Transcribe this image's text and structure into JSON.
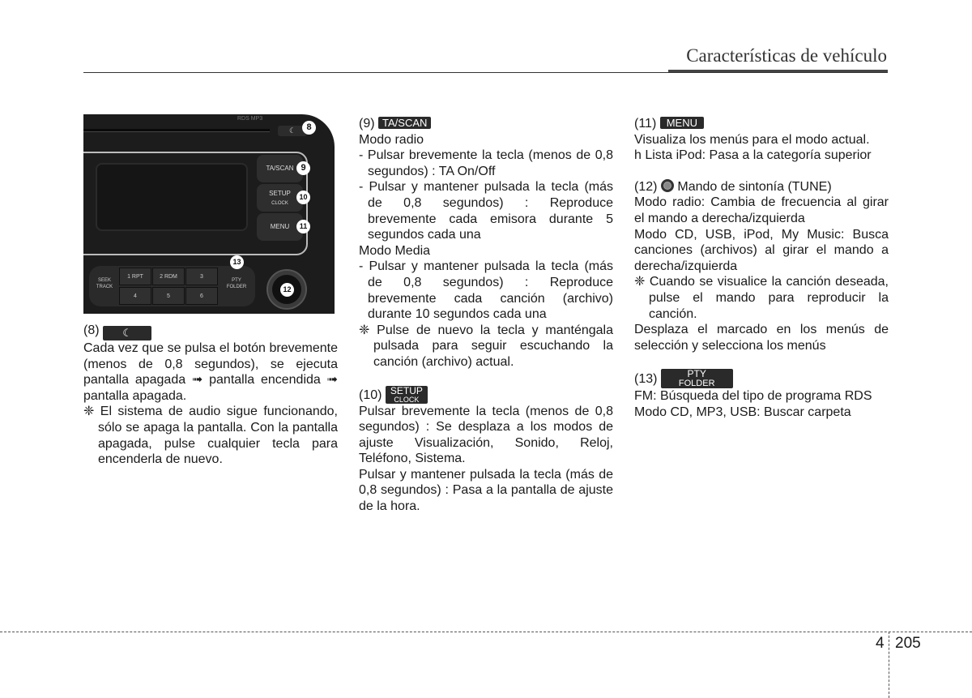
{
  "header": {
    "title": "Características de vehículo"
  },
  "radio": {
    "logo": "RDS MP3",
    "moon": "☾",
    "ta_scan": "TA/SCAN",
    "setup": "SETUP",
    "clock": "CLOCK",
    "menu": "MENU",
    "seek": "SEEK",
    "track": "TRACK",
    "pty": "PTY",
    "folder": "FOLDER",
    "keys": [
      "1 RPT",
      "2 RDM",
      "3",
      "4",
      "5",
      "6"
    ],
    "callouts": [
      "8",
      "9",
      "10",
      "11",
      "12",
      "13"
    ]
  },
  "col1": {
    "label": "(8)",
    "moon": "☾",
    "p1": "Cada vez que se pulsa el botón brevemente (menos de 0,8 segundos), se ejecuta pantalla apagada ➟ pantalla encendida ➟ pantalla apagada.",
    "note": "❈ El sistema de audio sigue funcionando, sólo se apaga la pantalla. Con la pantalla apagada, pulse cualquier tecla para encenderla de nuevo."
  },
  "col2": {
    "label9": "(9)",
    "badge9": "TA/SCAN",
    "radio_mode": "Modo radio",
    "r1": "- Pulsar brevemente la tecla (menos de 0,8 segundos) : TA On/Off",
    "r2": "- Pulsar y mantener pulsada la tecla (más de 0,8 segundos) : Reproduce brevemente cada emisora durante 5 segundos cada una",
    "media_mode": "Modo Media",
    "m1": "- Pulsar y mantener pulsada la tecla (más de 0,8 segundos) : Reproduce brevemente cada canción (archivo) durante 10 segundos cada una",
    "m_note": "❈ Pulse de nuevo la tecla y manténgala pulsada para seguir escuchando la canción (archivo) actual.",
    "label10": "(10)",
    "badge10a": "SETUP",
    "badge10b": "CLOCK",
    "p10a": "Pulsar brevemente la tecla (menos de 0,8 segundos) : Se desplaza a los modos de ajuste Visualización, Sonido, Reloj, Teléfono, Sistema.",
    "p10b": "Pulsar y mantener pulsada la tecla (más de 0,8 segundos) : Pasa a la pantalla de ajuste de la hora."
  },
  "col3": {
    "label11": "(11)",
    "badge11": "MENU",
    "p11a": "Visualiza los menús para el modo actual.",
    "p11b": "h Lista iPod: Pasa a la categoría superior",
    "label12": "(12)",
    "title12": "Mando de sintonía (TUNE)",
    "p12a": "Modo radio: Cambia de frecuencia al girar el mando a derecha/izquierda",
    "p12b": "Modo CD, USB, iPod, My Music: Busca canciones (archivos) al girar el mando a derecha/izquierda",
    "note12": "❈ Cuando se visualice la canción deseada, pulse el mando para reproducir la canción.",
    "p12c": "Desplaza el marcado en los menús de selección y selecciona los menús",
    "label13": "(13)",
    "badge13a": "PTY",
    "badge13b": "FOLDER",
    "p13a": "FM: Búsqueda del tipo de programa RDS",
    "p13b": "Modo CD, MP3, USB: Buscar carpeta"
  },
  "footer": {
    "section": "4",
    "page": "205"
  }
}
